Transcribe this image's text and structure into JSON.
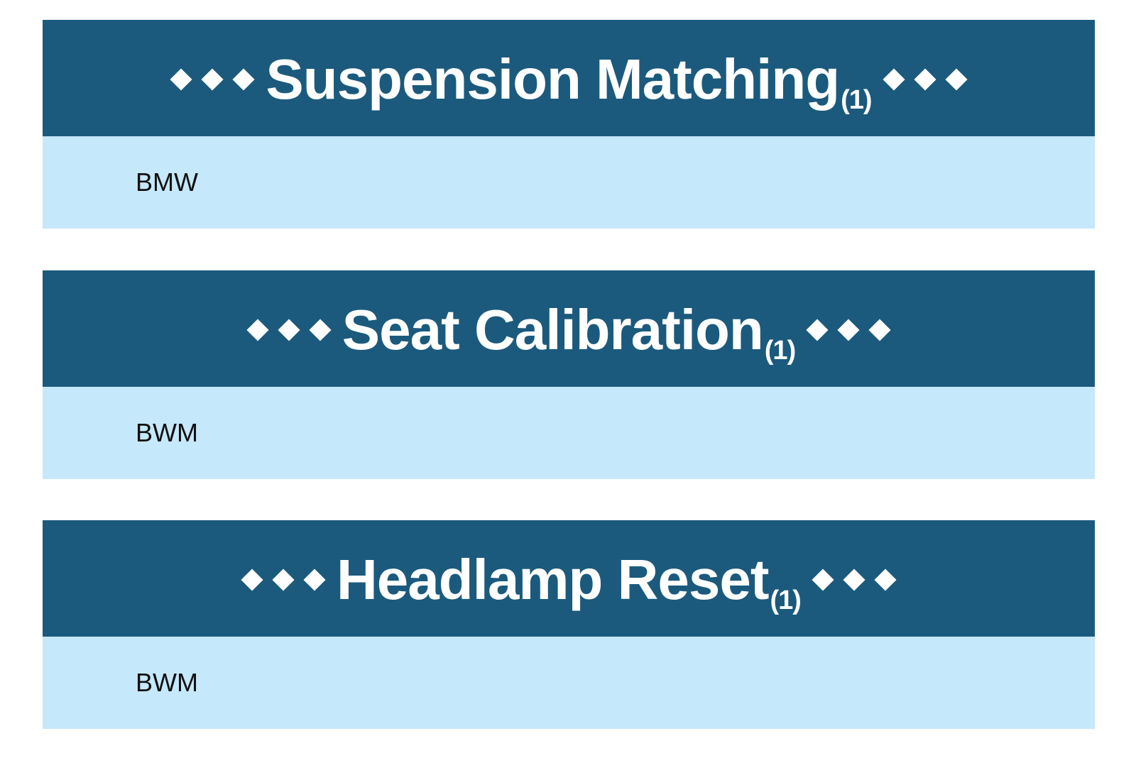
{
  "theme": {
    "header_bg": "#1b5a7d",
    "body_bg": "#c6e8fb",
    "header_text": "#ffffff",
    "entry_text": "#111111"
  },
  "sections": [
    {
      "title": "Suspension Matching",
      "count": "(1)",
      "items": [
        "BMW"
      ]
    },
    {
      "title": "Seat Calibration",
      "count": "(1)",
      "items": [
        "BWM"
      ]
    },
    {
      "title": "Headlamp Reset",
      "count": "(1)",
      "items": [
        "BWM"
      ]
    }
  ]
}
